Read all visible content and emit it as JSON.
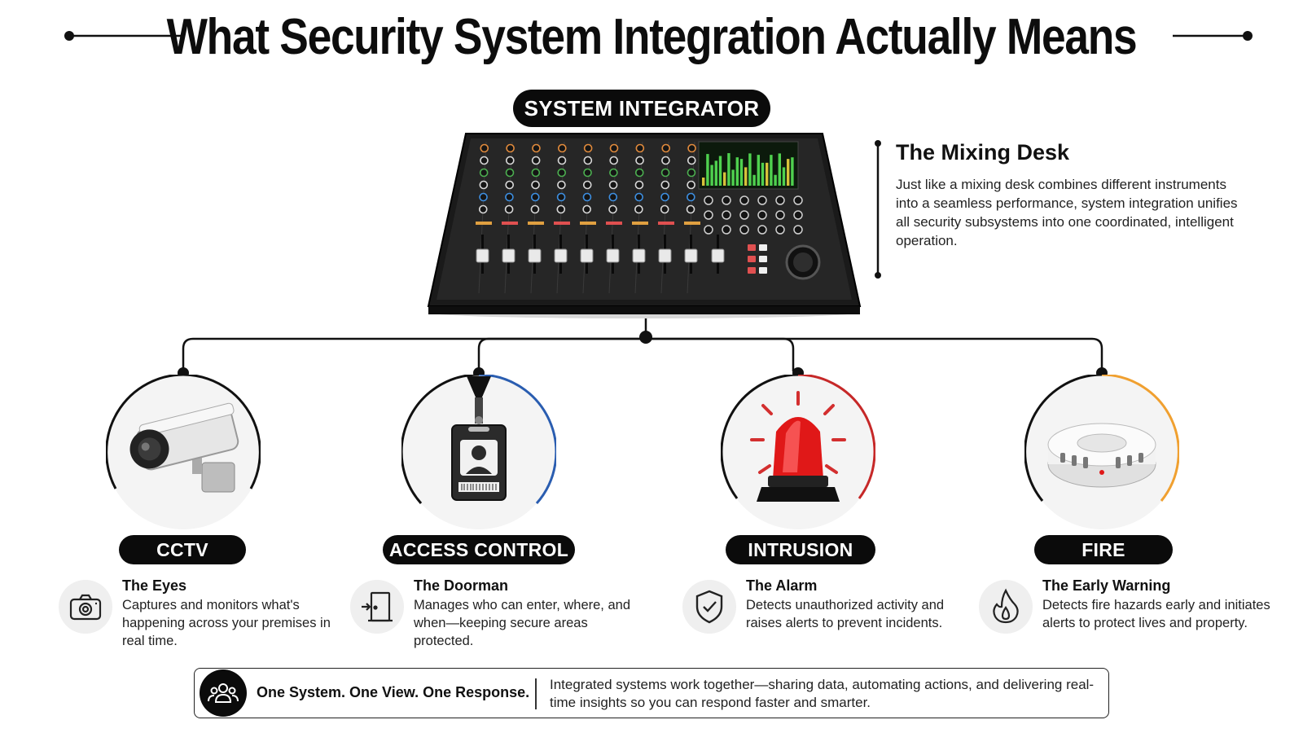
{
  "title": "What Security System Integration Actually Means",
  "integrator": {
    "label": "SYSTEM INTEGRATOR"
  },
  "mixing_desk": {
    "title": "The Mixing Desk",
    "body": "Just like a mixing desk combines different instruments into a seamless performance, system integration unifies all security subsystems into one coordinated, intelligent operation."
  },
  "subsystems": [
    {
      "label": "CCTV",
      "role": "The Eyes",
      "description": "Captures and monitors what's happening across your premises in real time.",
      "illustration": "cctv-camera",
      "detail_icon": "camera-icon",
      "accent_color": "#111111"
    },
    {
      "label": "ACCESS CONTROL",
      "role": "The Doorman",
      "description": "Manages who can enter, where, and when—keeping secure areas protected.",
      "illustration": "id-badge",
      "detail_icon": "door-icon",
      "accent_color": "#2a5db0"
    },
    {
      "label": "INTRUSION",
      "role": "The Alarm",
      "description": "Detects unauthorized activity and raises alerts to prevent incidents.",
      "illustration": "alarm-beacon",
      "detail_icon": "shield-check-icon",
      "accent_color": "#c62828"
    },
    {
      "label": "FIRE",
      "role": "The Early Warning",
      "description": "Detects fire hazards early and initiates alerts to protect lives and property.",
      "illustration": "smoke-detector",
      "detail_icon": "flame-icon",
      "accent_color": "#f0a030"
    }
  ],
  "footer": {
    "tagline": "One System. One View. One Response.",
    "text": "Integrated systems work together—sharing data, automating actions, and delivering real-time insights so you can respond faster and smarter.",
    "icon": "team-icon"
  }
}
